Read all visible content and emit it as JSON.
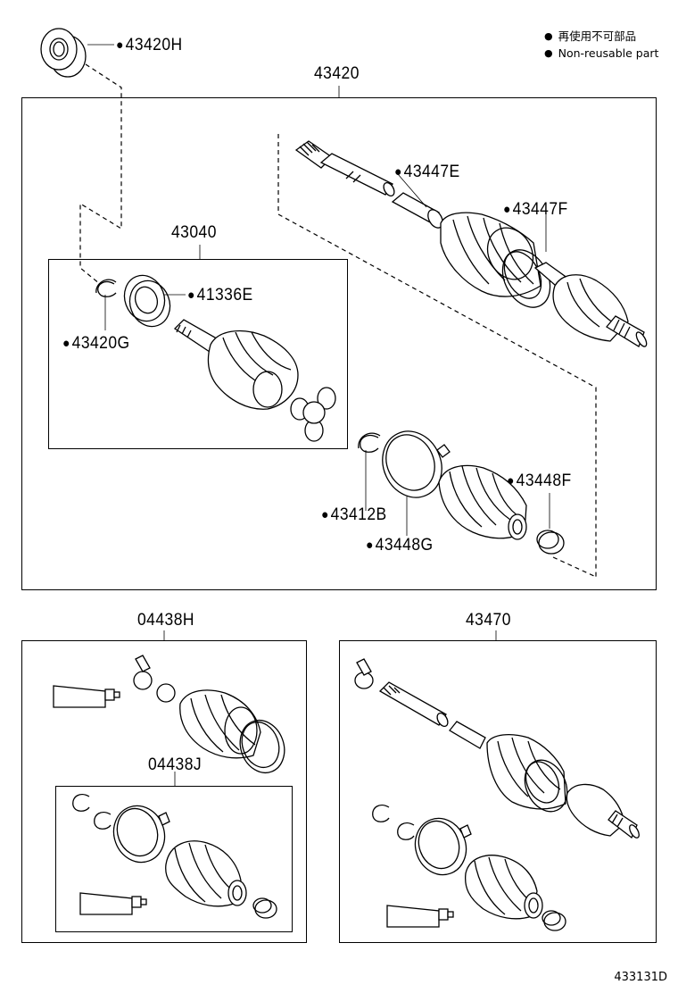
{
  "legend": {
    "line1": "再使用不可部品",
    "line2": "Non-reusable part"
  },
  "diagram_code": "433131D",
  "assemblies": {
    "main": "43420",
    "inner_joint": "43040",
    "kit_h": "04438H",
    "kit_j": "04438J",
    "assembly_alt": "43470"
  },
  "parts": {
    "p43420H": "43420H",
    "p43447E": "43447E",
    "p43447F": "43447F",
    "p41336E": "41336E",
    "p43420G": "43420G",
    "p43412B": "43412B",
    "p43448F": "43448F",
    "p43448G": "43448G"
  }
}
